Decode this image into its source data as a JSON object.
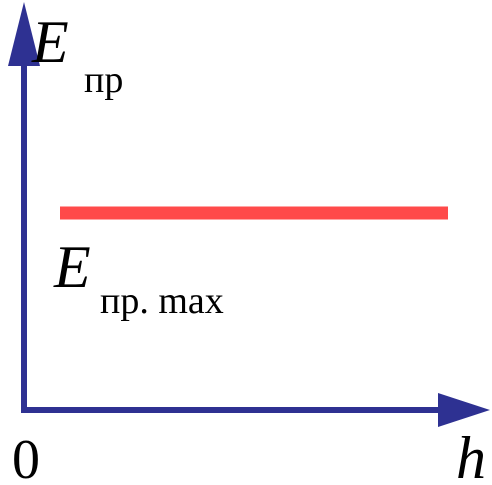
{
  "chart_data": {
    "type": "line",
    "title": "",
    "ylabel": {
      "symbol": "E",
      "subscript": "пр"
    },
    "xlabel": "h",
    "origin_label": "0",
    "grid": false,
    "series": [
      {
        "label_symbol": "E",
        "label_subscript": "пр. max",
        "color": "#ff4a4a",
        "shape": "constant"
      }
    ],
    "colors": {
      "axis": "#2e3192",
      "series": "#ff4a4a"
    }
  }
}
